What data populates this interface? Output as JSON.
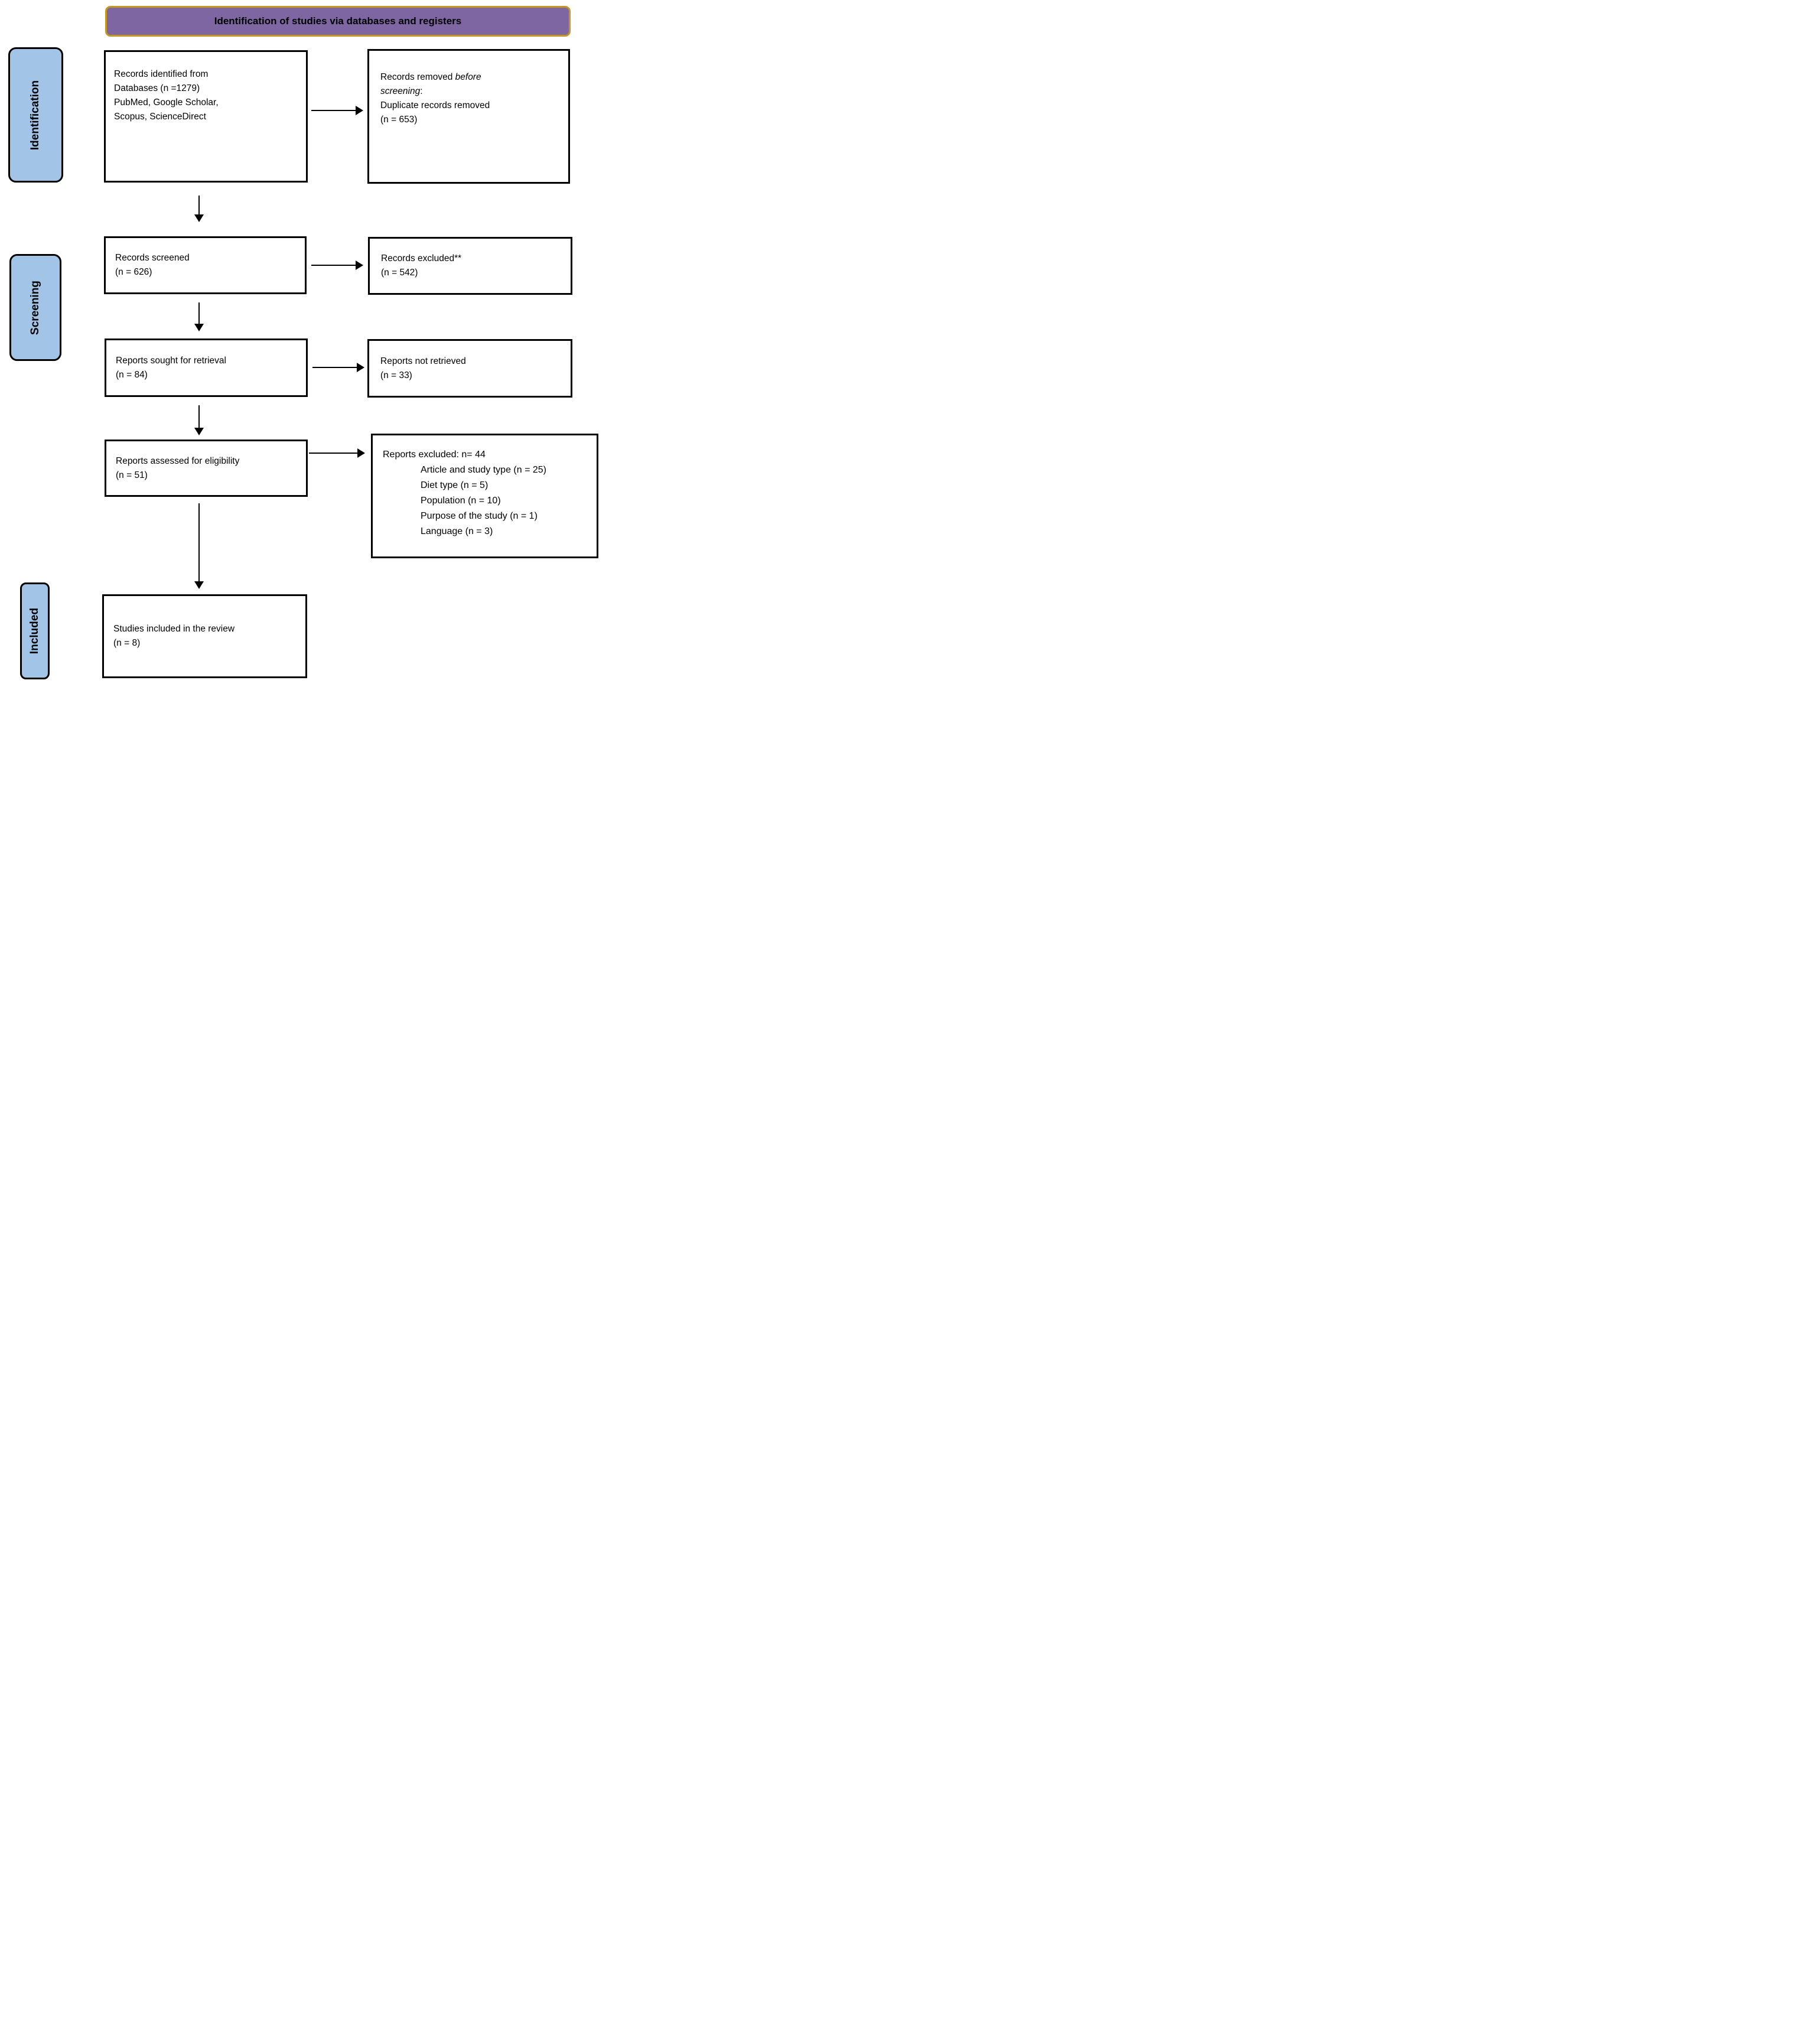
{
  "theme": {
    "header_bg": "#7D66A1",
    "header_border": "#C4971E",
    "sidebar_bg": "#A1C4E7",
    "box_border": "#000000",
    "arrow_color": "#000000"
  },
  "header": {
    "title": "Identification of studies via databases and registers"
  },
  "sidebar": {
    "identification": "Identification",
    "screening": "Screening",
    "included": "Included"
  },
  "boxes": {
    "records_identified": {
      "lines": [
        "Records identified from",
        "Databases (n =1279)",
        "PubMed, Google Scholar,",
        "Scopus, ScienceDirect"
      ]
    },
    "records_removed": {
      "l1_normal": "Records removed ",
      "l1_italic": "before",
      "l2_italic": "screening",
      "l2_normal": ":",
      "l3": "Duplicate records removed",
      "l4": "(n = 653)"
    },
    "records_screened": {
      "lines": [
        "Records screened",
        "(n = 626)"
      ]
    },
    "records_excluded": {
      "lines": [
        "Records excluded**",
        "(n = 542)"
      ]
    },
    "reports_sought": {
      "lines": [
        "Reports sought for retrieval",
        "(n = 84)"
      ]
    },
    "reports_not_retrieved": {
      "lines": [
        "Reports not retrieved",
        "(n = 33)"
      ]
    },
    "reports_assessed": {
      "lines": [
        "Reports assessed for eligibility",
        "(n = 51)"
      ]
    },
    "reports_excluded": {
      "title": "Reports excluded: n= 44",
      "items": [
        "Article and study type (n = 25)",
        "Diet type (n = 5)",
        "Population (n = 10)",
        "Purpose of the study (n = 1)",
        "Language (n = 3)"
      ]
    },
    "studies_included": {
      "lines": [
        "Studies included in the review",
        "(n = 8)"
      ]
    }
  }
}
